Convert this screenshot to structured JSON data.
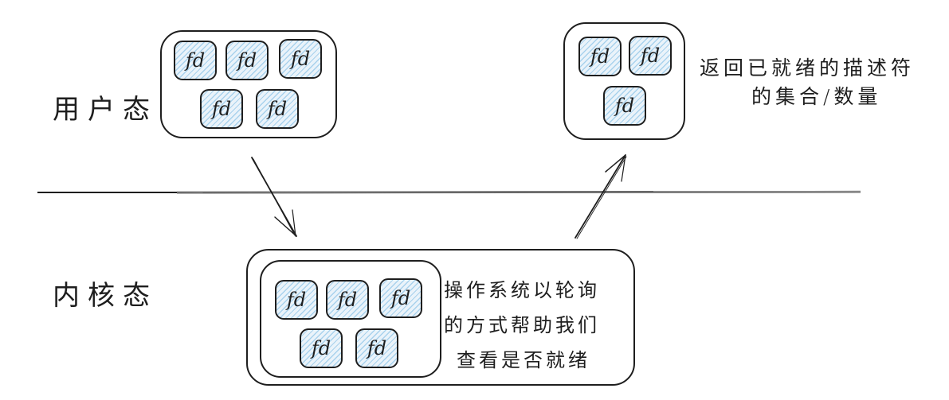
{
  "diagram": {
    "user_space": {
      "label": "用户态",
      "fd_set": [
        "fd",
        "fd",
        "fd",
        "fd",
        "fd"
      ]
    },
    "kernel_space": {
      "label": "内核态",
      "fd_set": [
        "fd",
        "fd",
        "fd",
        "fd",
        "fd"
      ],
      "note_lines": [
        "操作系统以轮询",
        "的方式帮助我们",
        "查看是否就绪"
      ]
    },
    "result": {
      "fd_set": [
        "fd",
        "fd",
        "fd"
      ],
      "note_lines": [
        "返回已就绪的描述符",
        "的集合/数量"
      ]
    },
    "colors": {
      "stroke": "#1e1e1e",
      "fd_fill": "#a5d8ff",
      "background": "#ffffff"
    }
  }
}
